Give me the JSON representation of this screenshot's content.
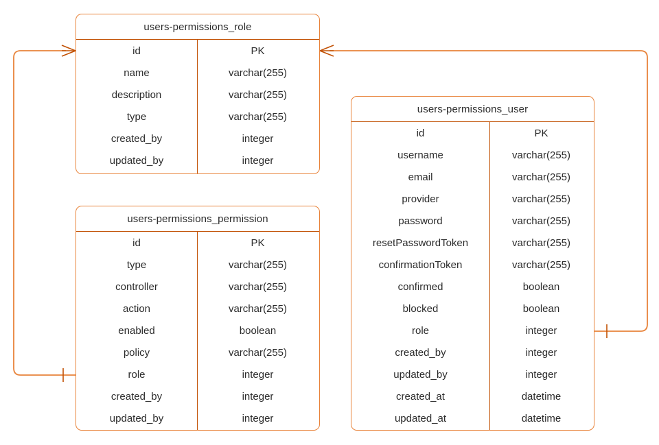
{
  "diagram": {
    "kind": "entity-relationship-diagram",
    "notation": "crow's-foot",
    "colors": {
      "entity_border": "#e8833a",
      "entity_inner_line": "#c25205",
      "relationship_line": "#e8833a",
      "text": "#2b2b2b",
      "background": "#ffffff"
    },
    "columns": [
      "field",
      "type"
    ]
  },
  "entities": [
    {
      "id": "role",
      "title": "users-permissions_role",
      "rows": [
        {
          "field": "id",
          "type": "PK"
        },
        {
          "field": "name",
          "type": "varchar(255)"
        },
        {
          "field": "description",
          "type": "varchar(255)"
        },
        {
          "field": "type",
          "type": "varchar(255)"
        },
        {
          "field": "created_by",
          "type": "integer"
        },
        {
          "field": "updated_by",
          "type": "integer"
        }
      ]
    },
    {
      "id": "permission",
      "title": "users-permissions_permission",
      "rows": [
        {
          "field": "id",
          "type": "PK"
        },
        {
          "field": "type",
          "type": "varchar(255)"
        },
        {
          "field": "controller",
          "type": "varchar(255)"
        },
        {
          "field": "action",
          "type": "varchar(255)"
        },
        {
          "field": "enabled",
          "type": "boolean"
        },
        {
          "field": "policy",
          "type": "varchar(255)"
        },
        {
          "field": "role",
          "type": "integer"
        },
        {
          "field": "created_by",
          "type": "integer"
        },
        {
          "field": "updated_by",
          "type": "integer"
        }
      ]
    },
    {
      "id": "user",
      "title": "users-permissions_user",
      "rows": [
        {
          "field": "id",
          "type": "PK"
        },
        {
          "field": "username",
          "type": "varchar(255)"
        },
        {
          "field": "email",
          "type": "varchar(255)"
        },
        {
          "field": "provider",
          "type": "varchar(255)"
        },
        {
          "field": "password",
          "type": "varchar(255)"
        },
        {
          "field": "resetPasswordToken",
          "type": "varchar(255)"
        },
        {
          "field": "confirmationToken",
          "type": "varchar(255)"
        },
        {
          "field": "confirmed",
          "type": "boolean"
        },
        {
          "field": "blocked",
          "type": "boolean"
        },
        {
          "field": "role",
          "type": "integer"
        },
        {
          "field": "created_by",
          "type": "integer"
        },
        {
          "field": "updated_by",
          "type": "integer"
        },
        {
          "field": "created_at",
          "type": "datetime"
        },
        {
          "field": "updated_at",
          "type": "datetime"
        }
      ]
    }
  ],
  "relationships": [
    {
      "id": "role-to-permission",
      "from_entity": "users-permissions_role",
      "from_field": "id",
      "from_cardinality": "many",
      "to_entity": "users-permissions_permission",
      "to_field": "role",
      "to_cardinality": "one"
    },
    {
      "id": "role-to-user",
      "from_entity": "users-permissions_role",
      "from_field": "id",
      "from_cardinality": "many",
      "to_entity": "users-permissions_user",
      "to_field": "role",
      "to_cardinality": "one"
    }
  ]
}
